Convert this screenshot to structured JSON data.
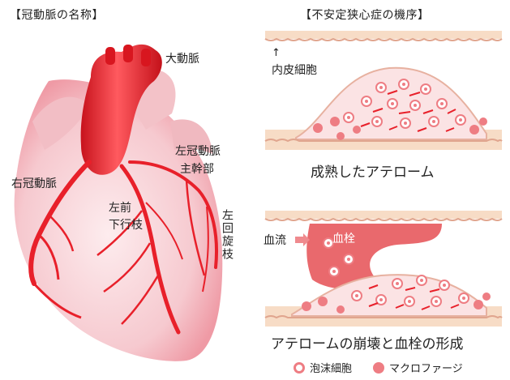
{
  "left": {
    "title": "【冠動脈の名称】",
    "labels": {
      "aorta": "大動脈",
      "right_coronary": "右冠動脈",
      "left_main": "左冠動脈",
      "left_main_2": "主幹部",
      "lad_1": "左前",
      "lad_2": "下行枝",
      "lcx": "左回旋枝"
    }
  },
  "right": {
    "title": "【不安定狭心症の機序】",
    "endothelium_label": "内皮細胞",
    "arrow_up": "↑",
    "caption_top": "成熟したアテローム",
    "blood_flow_label": "血流",
    "thrombus_label": "血栓",
    "caption_bottom": "アテロームの崩壊と血栓の形成"
  },
  "legend": {
    "foam_cell": "泡沫細胞",
    "macrophage": "マクロファージ"
  },
  "colors": {
    "heart_fill": "#f7d3d7",
    "artery": "#e8202a",
    "vessel_wall": "#f7dcc6",
    "plaque": "#fbe3e4",
    "cell_pink": "#ee7d83",
    "thrombus": "#e9696d"
  }
}
